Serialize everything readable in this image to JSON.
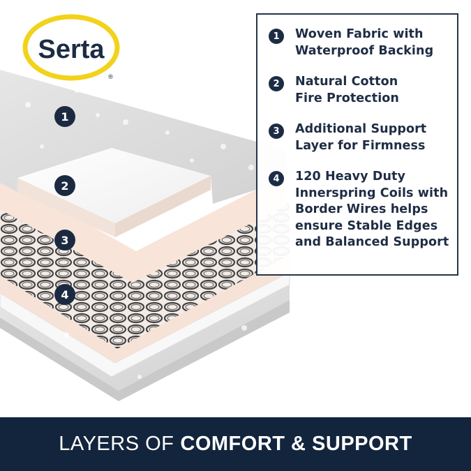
{
  "brand": {
    "name": "Serta",
    "registered_mark": "®"
  },
  "layers": [
    {
      "number": "1",
      "text": "Woven Fabric with\nWaterproof Backing"
    },
    {
      "number": "2",
      "text": "Natural Cotton\nFire Protection"
    },
    {
      "number": "3",
      "text": "Additional Support\nLayer for Firmness"
    },
    {
      "number": "4",
      "text": "120 Heavy Duty\nInnerspring Coils with\nBorder Wires helps\nensure Stable Edges\nand Balanced Support"
    }
  ],
  "footer": {
    "light_text": "LAYERS OF",
    "bold_text": "COMFORT & SUPPORT"
  },
  "colors": {
    "navy": "#13243d",
    "logo_yellow": "#f2d21a",
    "logo_text": "#1d2c45"
  }
}
